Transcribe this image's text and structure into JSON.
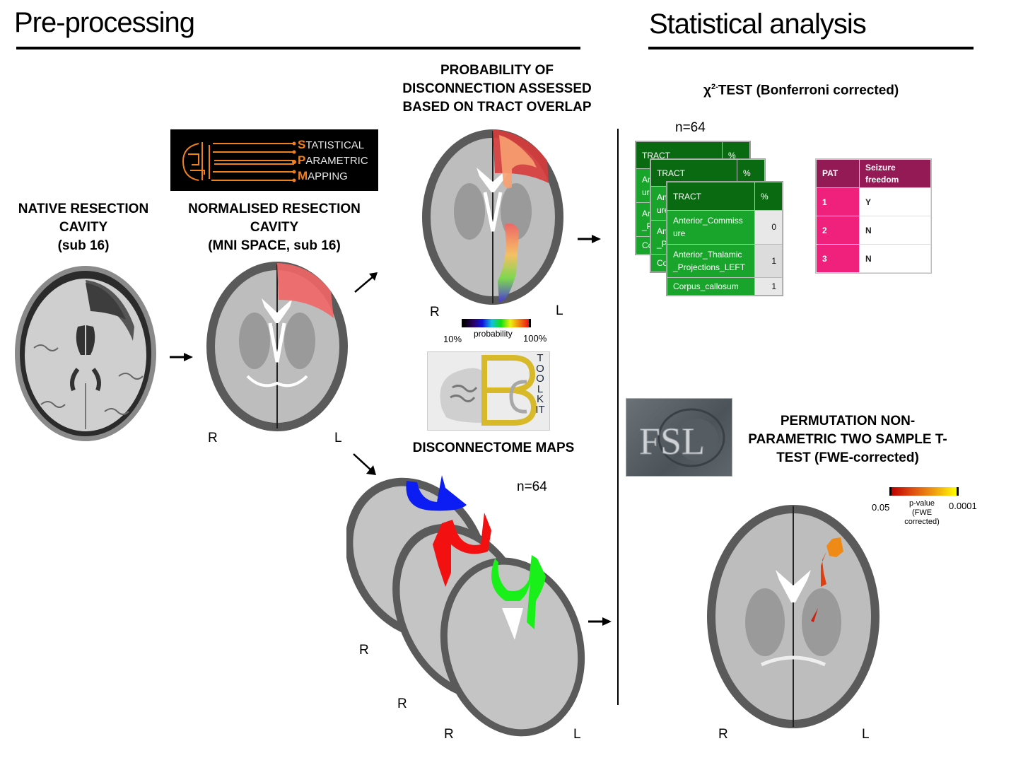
{
  "sections": {
    "preprocessing": "Pre-processing",
    "statistical": "Statistical analysis"
  },
  "panels": {
    "native": {
      "title_lines": [
        "NATIVE RESECTION",
        "CAVITY",
        "(sub 16)"
      ]
    },
    "normalised": {
      "title_lines": [
        "NORMALISED RESECTION",
        "CAVITY",
        "(MNI SPACE, sub 16)"
      ],
      "orientation": {
        "right": "R",
        "left": "L"
      }
    },
    "probability": {
      "title_lines": [
        "PROBABILITY OF",
        "DISCONNECTION ASSESSED",
        "BASED ON TRACT OVERLAP"
      ],
      "orientation": {
        "right": "R",
        "left": "L"
      },
      "colorbar": {
        "min_label": "10%",
        "max_label": "100%",
        "title": "probability"
      }
    },
    "disconnectome": {
      "title": "DISCONNECTOME MAPS",
      "n_label": "n=64",
      "orientation": {
        "right_labels": [
          "R",
          "R",
          "R"
        ],
        "left": "L"
      },
      "map_colors": [
        "#0b1df2",
        "#f21010",
        "#19f019"
      ]
    },
    "chi2": {
      "title_prefix": "χ",
      "title_sup": "2-",
      "title_rest": "TEST (Bonferroni corrected)",
      "n_label": "n=64",
      "tract_table": {
        "headers": [
          "TRACT",
          "%"
        ],
        "rows": [
          {
            "name_lines": [
              "Anterior_Commiss",
              "ure"
            ],
            "value": "0"
          },
          {
            "name_lines": [
              "Anterior_Thalamic",
              "_Projections_LEFT"
            ],
            "value": "1"
          },
          {
            "name_lines": [
              "Corpus_callosum"
            ],
            "value": "1"
          }
        ],
        "back_fragments": {
          "rows_a": [
            "An",
            "ure"
          ],
          "rows_b": [
            "An",
            "_P"
          ],
          "rows_c": [
            "Co"
          ]
        }
      },
      "seizure_table": {
        "headers": [
          "PAT",
          "Seizure freedom"
        ],
        "rows": [
          {
            "pat": "1",
            "value": "Y"
          },
          {
            "pat": "2",
            "value": "N"
          },
          {
            "pat": "3",
            "value": "N"
          }
        ]
      }
    },
    "permutation": {
      "title_lines": [
        "PERMUTATION NON-",
        "PARAMETRIC TWO SAMPLE T-",
        "TEST (FWE-corrected)"
      ],
      "colorbar": {
        "min_label": "0.05",
        "max_label": "0.0001",
        "title_lines": [
          "p-value",
          "(FWE",
          "corrected)"
        ]
      },
      "orientation": {
        "right": "R",
        "left": "L"
      }
    }
  },
  "logos": {
    "spm": {
      "lines": [
        {
          "initial": "S",
          "rest": "TATISTICAL"
        },
        {
          "initial": "P",
          "rest": "ARAMETRIC"
        },
        {
          "initial": "M",
          "rest": "APPING"
        }
      ]
    },
    "bcb": {
      "letters": "TOOLKIT"
    },
    "fsl": {
      "text": "FSL"
    }
  },
  "colors": {
    "tract_header": "#0a6a12",
    "tract_cell": "#19a52c",
    "seizure_header": "#931a55",
    "seizure_pat": "#f0207d",
    "spm_orange": "#f07f1d",
    "resection_red": "#f26565"
  }
}
